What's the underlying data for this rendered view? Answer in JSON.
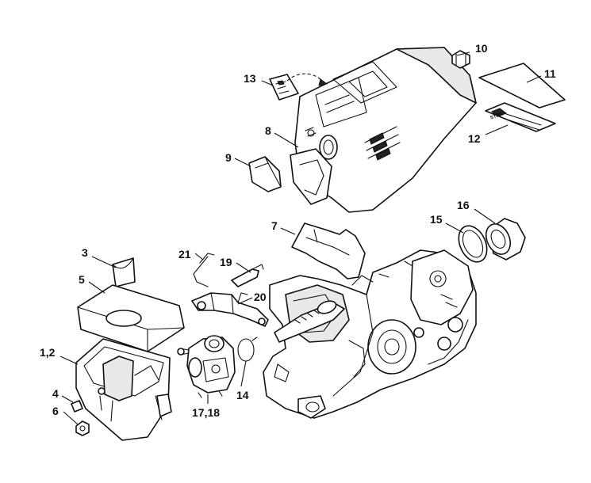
{
  "callouts": [
    {
      "id": "c10",
      "label": "10"
    },
    {
      "id": "c11",
      "label": "11"
    },
    {
      "id": "c12",
      "label": "12"
    },
    {
      "id": "c13",
      "label": "13"
    },
    {
      "id": "c8",
      "label": "8"
    },
    {
      "id": "c9",
      "label": "9"
    },
    {
      "id": "c16",
      "label": "16"
    },
    {
      "id": "c15",
      "label": "15"
    },
    {
      "id": "c7",
      "label": "7"
    },
    {
      "id": "c3",
      "label": "3"
    },
    {
      "id": "c21",
      "label": "21"
    },
    {
      "id": "c19",
      "label": "19"
    },
    {
      "id": "c5",
      "label": "5"
    },
    {
      "id": "c20",
      "label": "20"
    },
    {
      "id": "c1_2",
      "label": "1,2"
    },
    {
      "id": "c4",
      "label": "4"
    },
    {
      "id": "c14",
      "label": "14"
    },
    {
      "id": "c6",
      "label": "6"
    },
    {
      "id": "c17_18",
      "label": "17,18"
    }
  ],
  "label_logo": "STIHL"
}
